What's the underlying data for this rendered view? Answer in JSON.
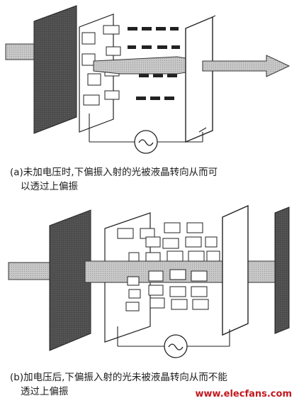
{
  "captions": {
    "a": {
      "line1": "(a)未加电压时,下偏振入射的光被液晶转向从而可",
      "line2": "以透过上偏振"
    },
    "b": {
      "line1": "(b)加电压后,下偏振入射的光未被液晶转向从而不能",
      "line2": "透过上偏振"
    }
  },
  "watermark": "www.elecfans.com",
  "diagram_a": {
    "light_passes": true,
    "liquid_crystal": "twisted",
    "symbol": "ac-source-icon"
  },
  "diagram_b": {
    "light_passes": false,
    "liquid_crystal": "aligned",
    "symbol": "ac-source-icon"
  },
  "colors": {
    "polarizer_dark": "#3a3a3a",
    "beam_gray": "#bdbdbd",
    "watermark": "#c2181f"
  }
}
